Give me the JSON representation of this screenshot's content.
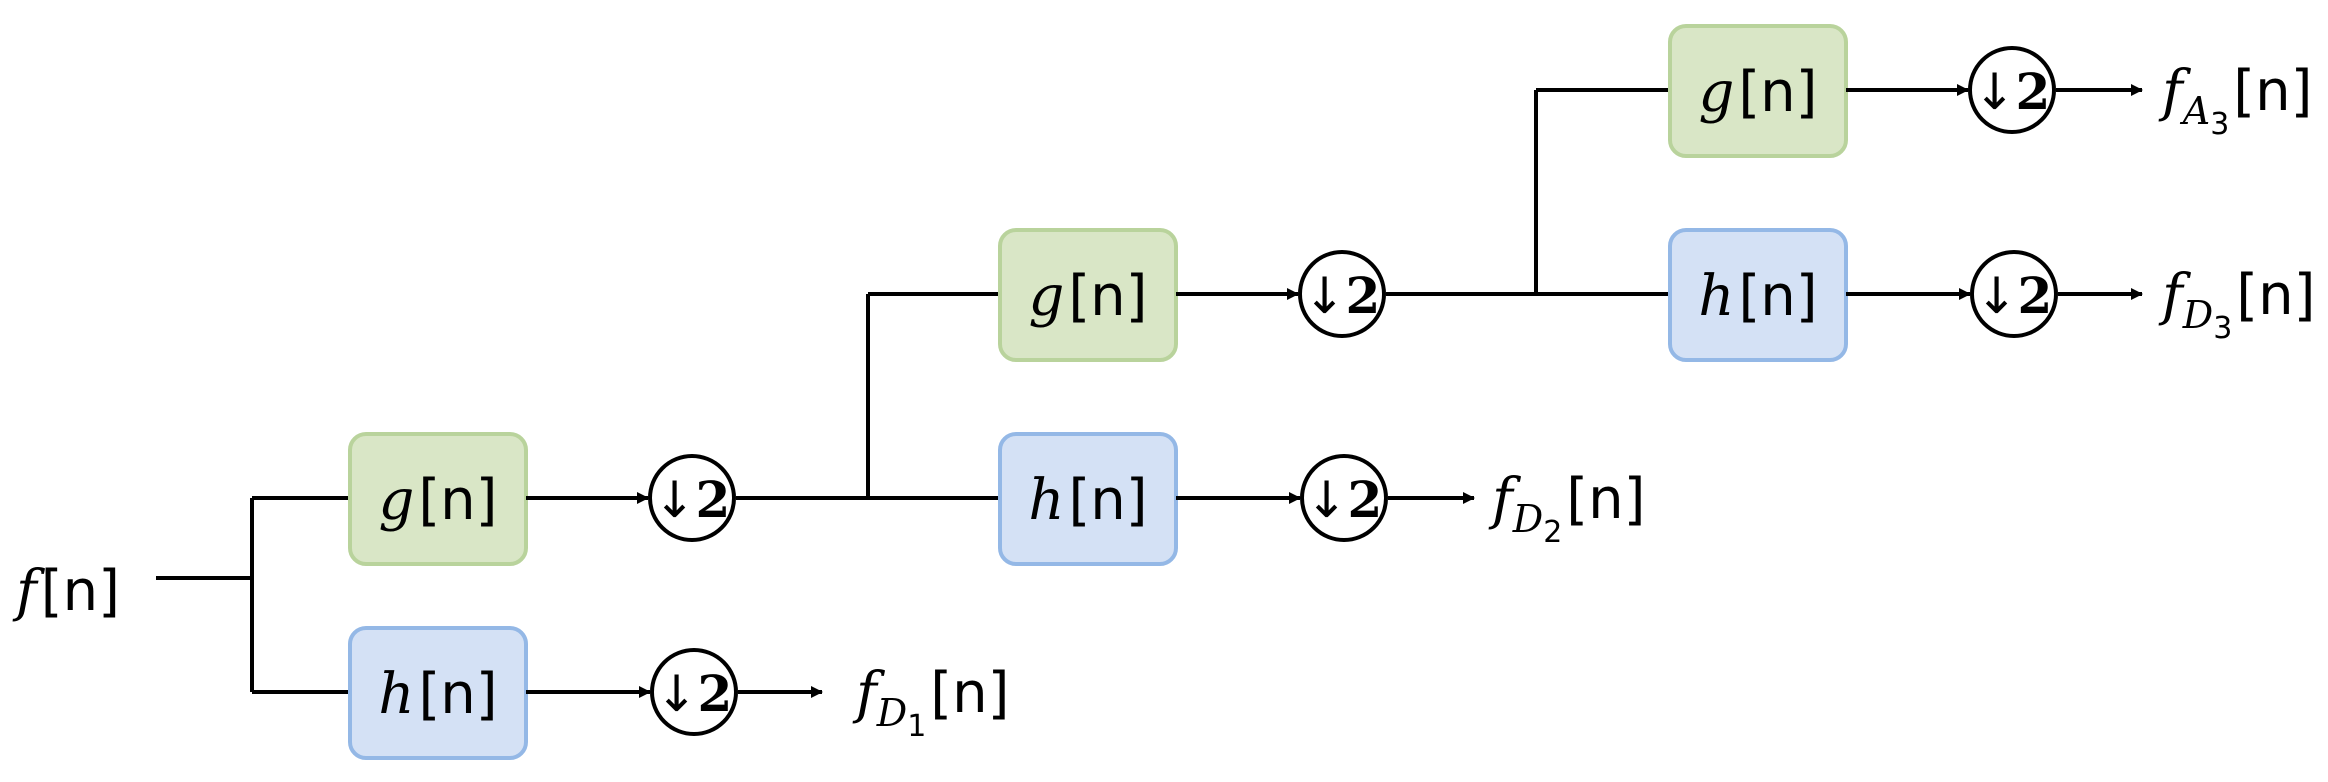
{
  "input": {
    "func": "f",
    "arg": "[n]"
  },
  "filters": {
    "g": {
      "name": "g",
      "arg": "[n]",
      "fill": "#d9e6c6",
      "stroke": "#b9d39c"
    },
    "h": {
      "name": "h",
      "arg": "[n]",
      "fill": "#d4e1f5",
      "stroke": "#94b8e6"
    }
  },
  "downsample": {
    "arrow": "↓",
    "factor": "2"
  },
  "outputs": [
    {
      "func": "f",
      "base": "D",
      "sub": "1",
      "arg": "[n]"
    },
    {
      "func": "f",
      "base": "D",
      "sub": "2",
      "arg": "[n]"
    },
    {
      "func": "f",
      "base": "D",
      "sub": "3",
      "arg": "[n]"
    },
    {
      "func": "f",
      "base": "A",
      "sub": "3",
      "arg": "[n]"
    }
  ]
}
